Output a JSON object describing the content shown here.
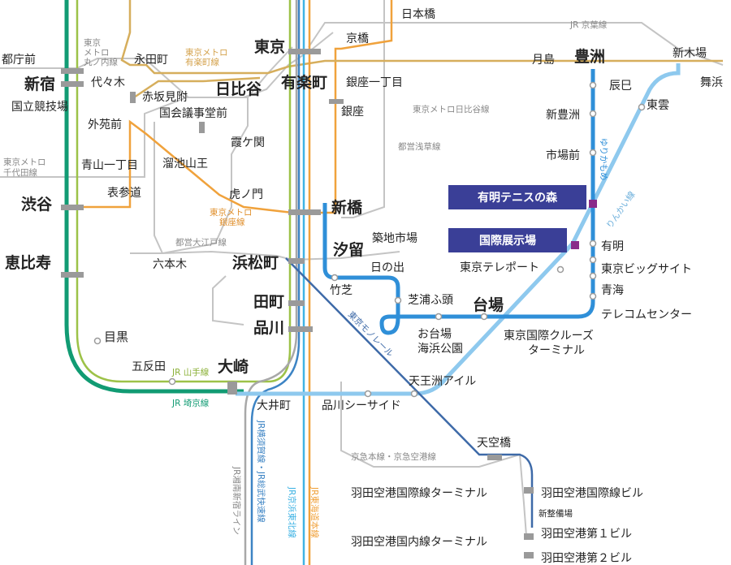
{
  "colors": {
    "yamanote": "#9dc248",
    "saikyo": "#119b73",
    "keihin_tohoku": "#3fb3e4",
    "tokaido": "#f0a23c",
    "yokosuka": "#3d84c4",
    "shonan": "#a8a8a8",
    "yurikamome": "#2f8fd8",
    "rinkai": "#8ec9ee",
    "monorail": "#3e6aa8",
    "keiyo": "#c8c8c8",
    "yurakucho": "#d6ae5c",
    "gray_lines": "#c4c4c4",
    "highlight_bg": "#3a3f97",
    "highlight_dot": "#8a2b8a"
  },
  "stations": {
    "tochomae": "都庁前",
    "shinjuku": "新宿",
    "yoyogi": "代々木",
    "kokuritsu": "国立競技場",
    "gaienmae": "外苑前",
    "aoyama": "青山一丁目",
    "omotesando": "表参道",
    "shibuya": "渋谷",
    "ebisu": "恵比寿",
    "meguro": "目黒",
    "gotanda": "五反田",
    "osaki": "大崎",
    "nagatacho": "永田町",
    "akasaka": "赤坂見附",
    "kokkai": "国会議事堂前",
    "tameike": "溜池山王",
    "kasumigaseki": "霞ケ関",
    "toranomon": "虎ノ門",
    "roppongi": "六本木",
    "hibiya": "日比谷",
    "yurakucho": "有楽町",
    "tokyo": "東京",
    "kyobashi": "京橋",
    "nihonbashi": "日本橋",
    "ginza1": "銀座一丁目",
    "ginza": "銀座",
    "shinbashi": "新橋",
    "shiodome": "汐留",
    "tsukiji": "築地市場",
    "takeshiba": "竹芝",
    "hinode": "日の出",
    "shibaura": "芝浦ふ頭",
    "hamamatsucho": "浜松町",
    "tamachi": "田町",
    "shinagawa": "品川",
    "oimachi": "大井町",
    "shinagawa_seaside": "品川シーサイド",
    "tennozu": "天王洲アイル",
    "odaiba": "お台場",
    "odaiba2": "海浜公園",
    "daiba": "台場",
    "cruise": "東京国際クルーズ",
    "cruise2": "ターミナル",
    "telecom": "テレコムセンター",
    "aomi": "青海",
    "bigsight": "東京ビッグサイト",
    "ariake": "有明",
    "teleport": "東京テレポート",
    "tsukishima": "月島",
    "toyosu": "豊洲",
    "shintoyosu": "新豊洲",
    "shijomae": "市場前",
    "tatsumi": "辰巳",
    "shinkiba": "新木場",
    "maihama": "舞浜",
    "shinonome": "東雲",
    "tenkubashi": "天空橋",
    "haneda_intl_terminal": "羽田空港国際線ターミナル",
    "haneda_intl_bldg": "羽田空港国際線ビル",
    "seibi": "新整備場",
    "haneda_dom_terminal": "羽田空港国内線ターミナル",
    "haneda_t1": "羽田空港第１ビル",
    "haneda_t2": "羽田空港第２ビル"
  },
  "lines": {
    "keiyo": "JR 京葉線",
    "yurakucho": "東京メトロ",
    "yurakucho2": "有楽町線",
    "marunouchi_a": "東京",
    "marunouchi_b": "メトロ",
    "marunouchi_c": "丸ノ内線",
    "chiyoda_a": "東京メトロ",
    "chiyoda_b": "千代田線",
    "ginza_a": "東京メトロ",
    "ginza_b": "銀座線",
    "hibiya_line": "東京メトロ日比谷線",
    "asakusa": "都営浅草線",
    "oedo": "都営大江戸線",
    "yurikamome": "ゆりかもめ",
    "rinkai": "りんかい線",
    "monorail": "東京モノレール",
    "keikyu": "京急本線・京急空港線",
    "yamanote": "JR 山手線",
    "saikyo": "JR 埼京線",
    "shonan": "JR湘南新宿ライン",
    "yokosuka": "JR横須賀線・JR総武快速線",
    "keihin": "JR京浜東北線",
    "tokaido": "JR東海道本線"
  },
  "highlights": {
    "ariake_tennis": "有明テニスの森",
    "kokusai_tenjijo": "国際展示場"
  }
}
